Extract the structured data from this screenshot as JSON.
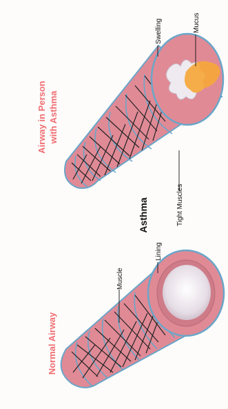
{
  "diagram": {
    "title": "Asthma",
    "sections": {
      "normal": {
        "heading": "Normal Airway",
        "labels": {
          "muscle": "Muscle",
          "lining": "Lining"
        }
      },
      "asthma": {
        "heading_line1": "Airway in Person",
        "heading_line2": "with Asthma",
        "labels": {
          "swelling": "Swelling",
          "mucus": "Mucus",
          "tight_muscles": "Tight Muscles"
        }
      }
    }
  },
  "colors": {
    "airway_pink": "#e08a96",
    "airway_edge": "#6aa6c8",
    "heading_red": "#f06d72",
    "mucus_orange": "#f5a73b",
    "lumen_white": "#eeeaf0",
    "text_black": "#111111"
  }
}
